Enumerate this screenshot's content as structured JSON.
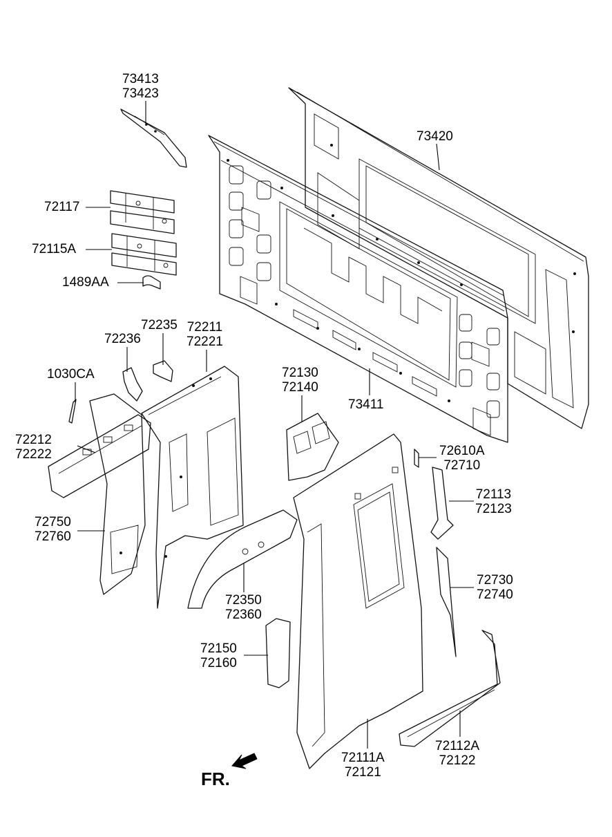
{
  "callouts": [
    {
      "id": "c1",
      "lines": [
        "73413",
        "73423"
      ]
    },
    {
      "id": "c2",
      "lines": [
        "73420"
      ]
    },
    {
      "id": "c3",
      "lines": [
        "72117"
      ]
    },
    {
      "id": "c4",
      "lines": [
        "72115A"
      ]
    },
    {
      "id": "c5",
      "lines": [
        "1489AA"
      ]
    },
    {
      "id": "c6",
      "lines": [
        "72235"
      ]
    },
    {
      "id": "c7",
      "lines": [
        "72211",
        "72221"
      ]
    },
    {
      "id": "c8",
      "lines": [
        "72236"
      ]
    },
    {
      "id": "c9",
      "lines": [
        "1030CA"
      ]
    },
    {
      "id": "c10",
      "lines": [
        "72130",
        "72140"
      ]
    },
    {
      "id": "c11",
      "lines": [
        "73411"
      ]
    },
    {
      "id": "c12",
      "lines": [
        "72212",
        "72222"
      ]
    },
    {
      "id": "c13",
      "lines": [
        "72610A",
        "72710"
      ]
    },
    {
      "id": "c14",
      "lines": [
        "72113",
        "72123"
      ]
    },
    {
      "id": "c15",
      "lines": [
        "72750",
        "72760"
      ]
    },
    {
      "id": "c16",
      "lines": [
        "72730",
        "72740"
      ]
    },
    {
      "id": "c17",
      "lines": [
        "72350",
        "72360"
      ]
    },
    {
      "id": "c18",
      "lines": [
        "72150",
        "72160"
      ]
    },
    {
      "id": "c19",
      "lines": [
        "72111A",
        "72121"
      ]
    },
    {
      "id": "c20",
      "lines": [
        "72112A",
        "72122"
      ]
    }
  ],
  "direction_marker": {
    "label": "FR.",
    "icon": "arrow-front-left-icon"
  }
}
